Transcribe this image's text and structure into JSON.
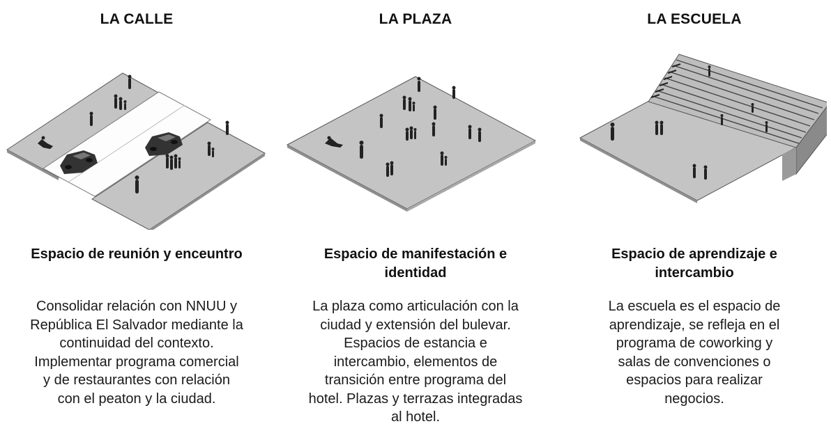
{
  "panels": [
    {
      "title": "LA CALLE",
      "heading": "Espacio de reunión y enceuntro",
      "lines": [
        "Consolidar relación con NNUU y",
        "República El Salvador mediante la",
        "continuidad del contexto.",
        "Implementar programa comercial",
        "y de restaurantes con relación",
        "con el peaton y la ciudad."
      ]
    },
    {
      "title": "LA PLAZA",
      "heading_lines": [
        "Espacio de manifestación e",
        "identidad"
      ],
      "lines": [
        "La plaza como articulación con la",
        "ciudad y extensión del bulevar.",
        "Espacios de estancia e",
        "intercambio, elementos de",
        "transición entre programa del",
        "hotel. Plazas y terrazas integradas",
        "al hotel."
      ]
    },
    {
      "title": "LA ESCUELA",
      "heading_lines": [
        "Espacio de aprendizaje e",
        "intercambio"
      ],
      "lines": [
        "La escuela es el espacio de",
        "aprendizaje, se refleja en el",
        "programa de coworking y",
        "salas de convenciones o",
        "espacios para realizar",
        "negocios."
      ]
    }
  ],
  "colors": {
    "ground": "#c4c4c4",
    "ground_side": "#8f8f8f",
    "road": "#ffffff",
    "figure": "#222222"
  }
}
